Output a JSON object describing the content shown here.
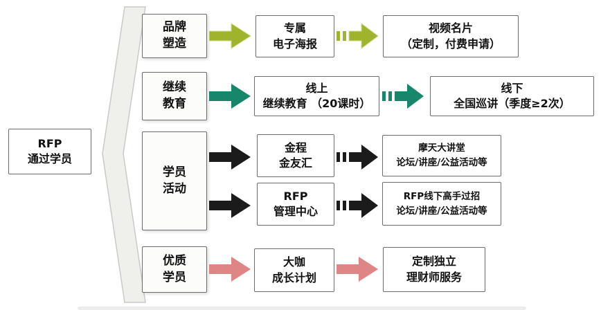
{
  "colors": {
    "olive": "#9fb42c",
    "olive_edge": "#cfdb8e",
    "teal": "#17866b",
    "black": "#1b1b1b",
    "pink": "#df8585",
    "brace_fill": "#efefec",
    "brace_stroke": "#c9c9c7"
  },
  "source": {
    "label": "RFP\n通过学员"
  },
  "rows": [
    {
      "category": "品牌\n塑造",
      "mid": "专属\n电子海报",
      "right": "视频名片\n（定制，付费申请）"
    },
    {
      "category": "继续\n教育",
      "mid": "线上\n继续教育 （20课时）",
      "right": "线下\n全国巡讲（季度≥2次）"
    },
    {
      "category": "学员\n活动",
      "branches": [
        {
          "mid": "金程\n金友汇",
          "right": "摩天大讲堂\n论坛/讲座/公益活动等"
        },
        {
          "mid": "RFP\n管理中心",
          "right": "RFP线下高手过招\n论坛/讲座/公益活动等"
        }
      ]
    },
    {
      "category": "优质\n学员",
      "mid": "大咖\n成长计划",
      "right": "定制独立\n理财师服务"
    }
  ]
}
